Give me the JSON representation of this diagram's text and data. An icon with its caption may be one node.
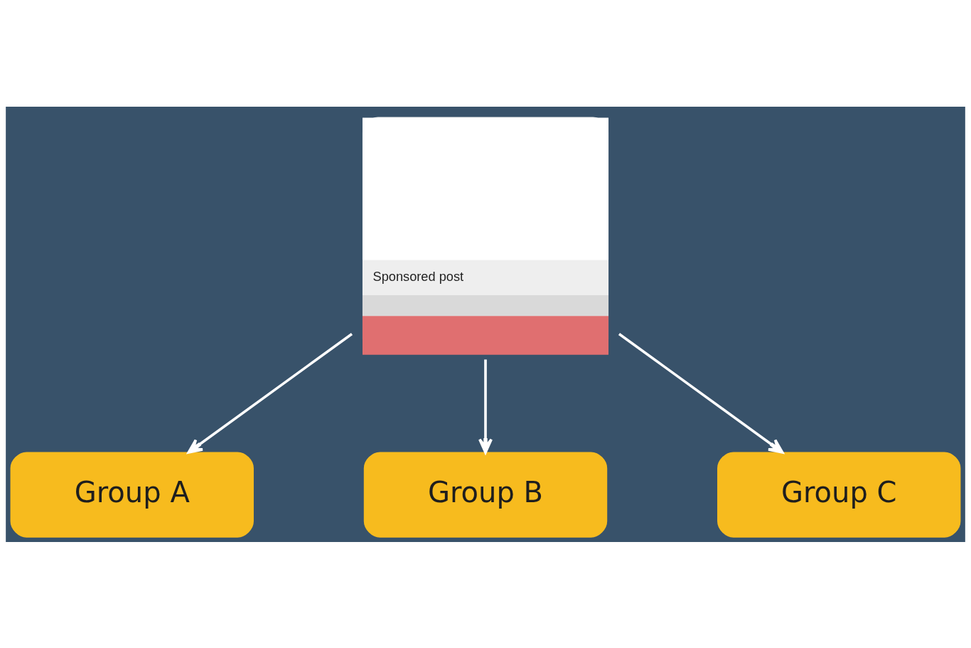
{
  "diagram": {
    "nodes": [
      {
        "text": [
          "Sponsored post"
        ]
      },
      {
        "text": [
          "Group A"
        ]
      },
      {
        "text": [
          "Group B"
        ]
      },
      {
        "text": [
          "Group C"
        ]
      }
    ],
    "edges": [
      {
        "from": 0,
        "to": 1,
        "arrow": "to"
      },
      {
        "from": 0,
        "to": 2,
        "arrow": "to"
      },
      {
        "from": 0,
        "to": 3,
        "arrow": "to"
      }
    ]
  }
}
